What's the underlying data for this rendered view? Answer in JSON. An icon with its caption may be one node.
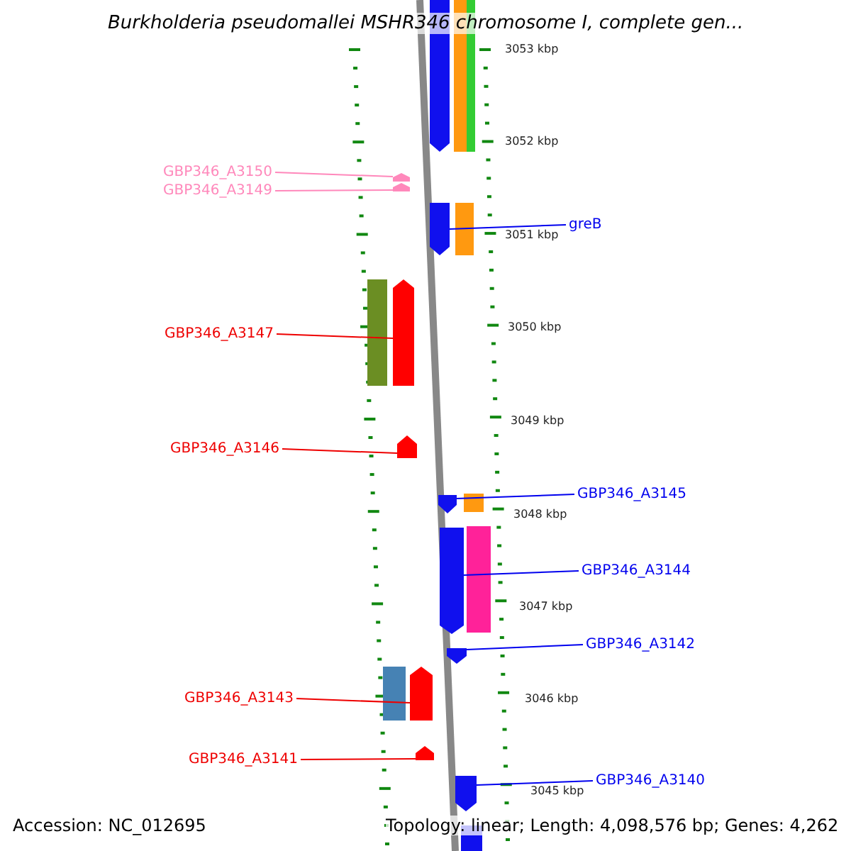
{
  "diagram": {
    "title": "Burkholderia pseudomallei MSHR346 chromosome I, complete gen...",
    "nodes": [
      {
        "text": [
          "GBP346_A3150"
        ]
      },
      {
        "text": [],
        "shape": "bar"
      },
      {
        "text": [
          "GBP346_A3149"
        ]
      },
      {
        "text": [],
        "shape": "bar"
      },
      {
        "text": [
          "greB"
        ]
      },
      {
        "text": [],
        "shape": "bar"
      },
      {
        "text": [
          "GBP346_A3147"
        ]
      },
      {
        "text": [],
        "shape": "bar"
      },
      {
        "text": [
          "GBP346_A3146"
        ]
      },
      {
        "text": [],
        "shape": "bar"
      },
      {
        "text": [
          "GBP346_A3145"
        ]
      },
      {
        "text": [],
        "shape": "bar"
      },
      {
        "text": [
          "GBP346_A3144"
        ]
      },
      {
        "text": [],
        "shape": "bar"
      },
      {
        "text": [
          "GBP346_A3142"
        ]
      },
      {
        "text": [],
        "shape": "bar"
      },
      {
        "text": [
          "GBP346_A3143"
        ]
      },
      {
        "text": [],
        "shape": "bar"
      },
      {
        "text": [
          "GBP346_A3141"
        ]
      },
      {
        "text": [],
        "shape": "bar"
      },
      {
        "text": [
          "GBP346_A3140"
        ]
      },
      {
        "text": [],
        "shape": "bar"
      }
    ],
    "edges": [
      {
        "from": 0,
        "to": 1,
        "arrow": "none",
        "color": "#ff88bb"
      },
      {
        "from": 2,
        "to": 3,
        "arrow": "none",
        "color": "#ff88bb"
      },
      {
        "from": 4,
        "to": 5,
        "arrow": "none"
      },
      {
        "from": 6,
        "to": 7,
        "arrow": "none",
        "color": "#ee0000"
      },
      {
        "from": 8,
        "to": 9,
        "arrow": "none",
        "color": "#ee0000"
      },
      {
        "from": 10,
        "to": 11,
        "arrow": "none"
      },
      {
        "from": 12,
        "to": 13,
        "arrow": "none"
      },
      {
        "from": 14,
        "to": 15,
        "arrow": "none"
      },
      {
        "from": 16,
        "to": 17,
        "arrow": "none",
        "color": "#ee0000"
      },
      {
        "from": 18,
        "to": 19,
        "arrow": "none",
        "color": "#ee0000"
      },
      {
        "from": 20,
        "to": 21,
        "arrow": "none"
      }
    ],
    "labels": [
      "3053 kbp",
      "3052 kbp",
      "3051 kbp",
      "3050 kbp",
      "3049 kbp",
      "3048 kbp",
      "3047 kbp",
      "3046 kbp",
      "3045 kbp",
      "Accession: NC_012695",
      "Topology: linear; Length: 4,098,576 bp; Genes: 4,262"
    ]
  }
}
